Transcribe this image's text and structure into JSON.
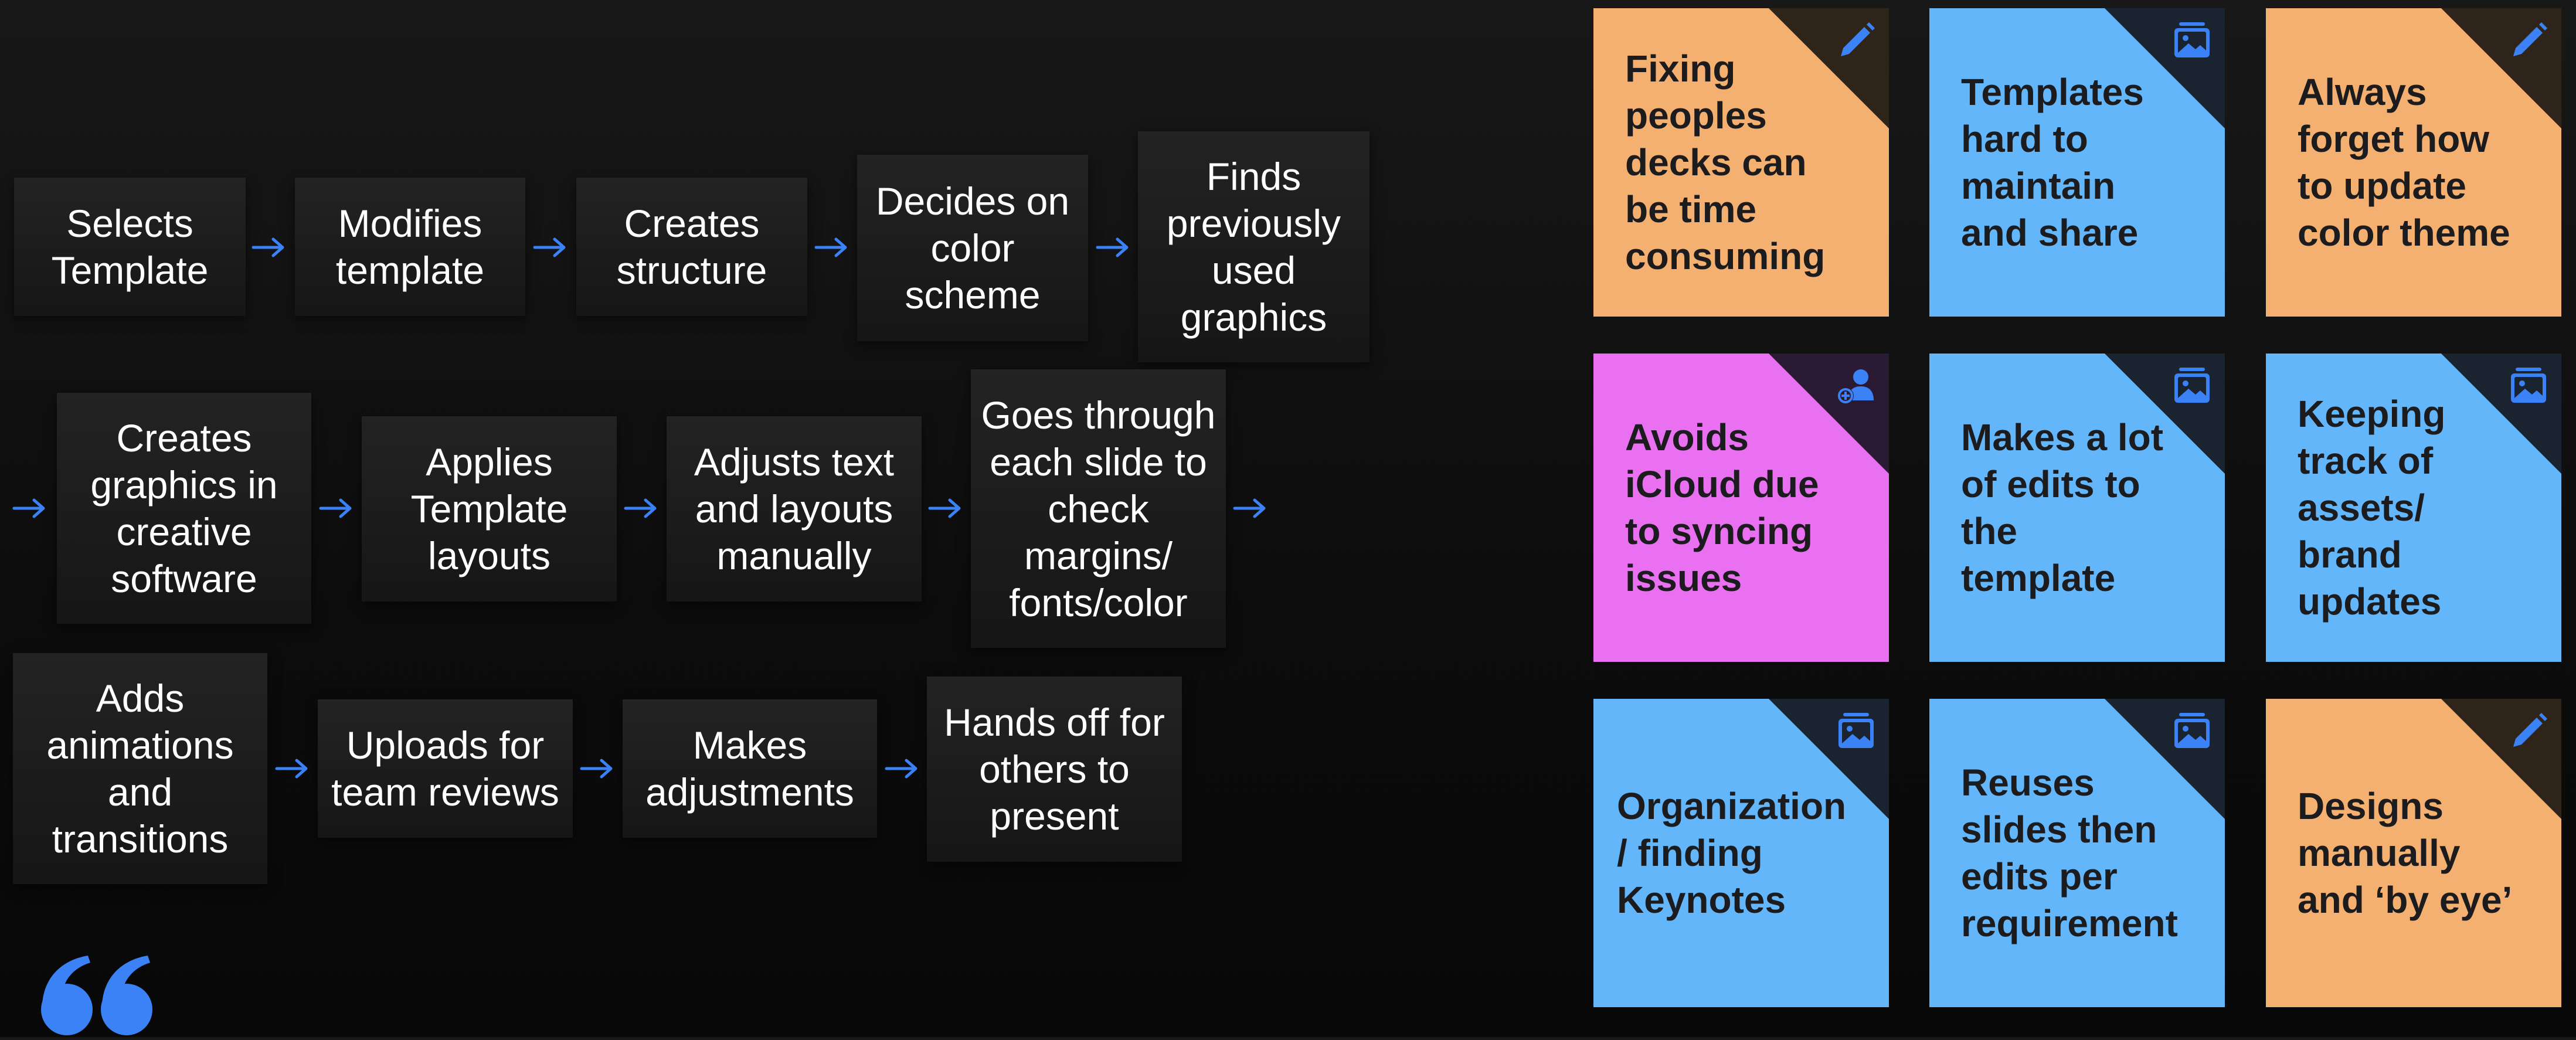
{
  "process": {
    "row1": [
      "Selects\nTemplate",
      "Modifies\ntemplate",
      "Creates\nstructure",
      "Decides on\ncolor\nscheme",
      "Finds\npreviously\nused\ngraphics"
    ],
    "row2": [
      "Creates\ngraphics in\ncreative\nsoftware",
      "Applies\nTemplate\nlayouts",
      "Adjusts text\nand layouts\nmanually",
      "Goes through\neach slide to\ncheck\nmargins/\nfonts/color"
    ],
    "row3": [
      "Adds\nanimations\nand\ntransitions",
      "Uploads for\nteam reviews",
      "Makes\nadjustments",
      "Hands off for\nothers to\npresent"
    ]
  },
  "notes": [
    {
      "text": "Fixing\npeoples\ndecks can\nbe time\nconsuming",
      "color": "#f3b070",
      "icon": "pencil-icon"
    },
    {
      "text": "Templates\nhard to\nmaintain\nand share",
      "color": "#63b6fa",
      "icon": "photo-stack-icon"
    },
    {
      "text": "Always\nforget how\nto update\ncolor theme",
      "color": "#f3b070",
      "icon": "pencil-icon"
    },
    {
      "text": "Avoids\niCloud due\nto syncing\nissues",
      "color": "#e971f1",
      "icon": "add-person-icon"
    },
    {
      "text": "Makes a lot\nof edits to\nthe\ntemplate",
      "color": "#63b6fa",
      "icon": "photo-stack-icon"
    },
    {
      "text": "Keeping\ntrack of\nassets/\nbrand\nupdates",
      "color": "#63b6fa",
      "icon": "photo-stack-icon"
    },
    {
      "text": "Organization\n/ finding\nKeynotes",
      "color": "#63b6fa",
      "icon": "photo-stack-icon"
    },
    {
      "text": "Reuses\nslides then\nedits per\nrequirement",
      "color": "#63b6fa",
      "icon": "photo-stack-icon"
    },
    {
      "text": "Designs\nmanually\nand ‘by eye’",
      "color": "#f3b070",
      "icon": "pencil-icon"
    }
  ],
  "colors": {
    "arrow": "#3b82f6",
    "quote": "#3b82f6",
    "background": "#101010"
  }
}
